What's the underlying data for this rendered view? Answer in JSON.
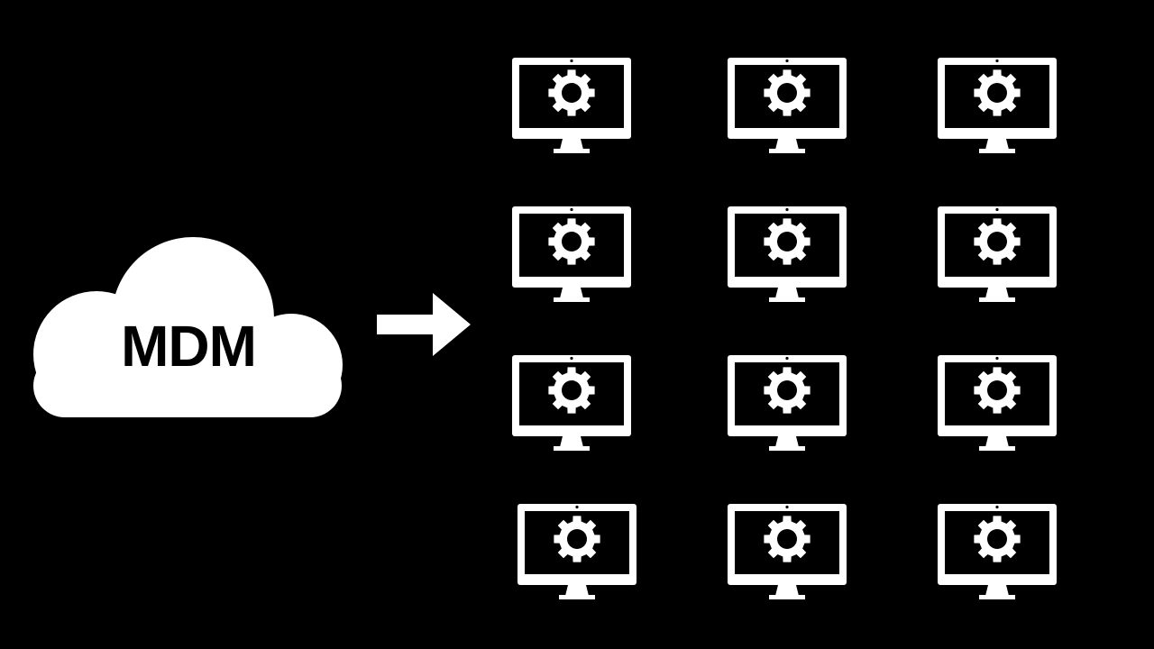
{
  "diagram": {
    "background_color": "#000000",
    "foreground_color": "#ffffff",
    "source": {
      "label": "MDM",
      "icon": "cloud-icon"
    },
    "connector": {
      "icon": "arrow-right-icon"
    },
    "targets": {
      "rows": 4,
      "columns": 3,
      "count": 12,
      "icon": "monitor-gear-icon"
    }
  }
}
